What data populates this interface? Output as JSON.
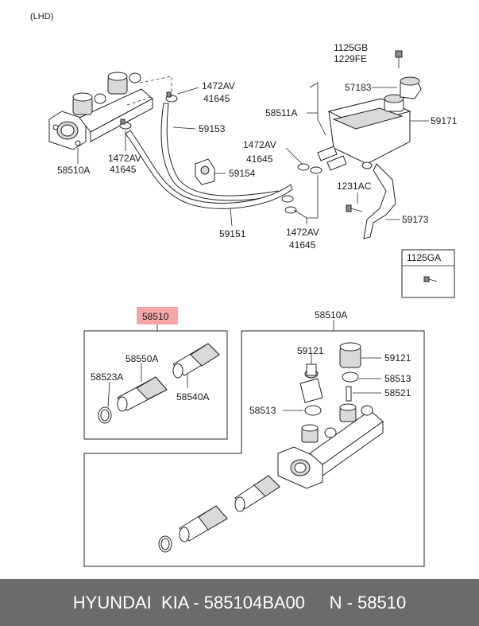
{
  "diagram": {
    "variant_label": "(LHD)",
    "labels": {
      "l_1125gb": "1125GB",
      "l_1229fe": "1229FE",
      "l_57183": "57183",
      "l_58511a": "58511A",
      "l_59171": "59171",
      "l_1472av_a": "1472AV",
      "l_41645_a": "41645",
      "l_59153": "59153",
      "l_1472av_b": "1472AV",
      "l_41645_b": "41645",
      "l_58510a_top": "58510A",
      "l_1472av_c": "1472AV",
      "l_41645_c": "41645",
      "l_59154": "59154",
      "l_1231ac": "1231AC",
      "l_59173": "59173",
      "l_59151": "59151",
      "l_1472av_d": "1472AV",
      "l_41645_d": "41645",
      "l_1125ga": "1125GA",
      "l_58510": "58510",
      "l_58510a_bottom": "58510A",
      "l_58550a": "58550A",
      "l_58523a": "58523A",
      "l_58540a": "58540A",
      "l_59121_left": "59121",
      "l_59121_right": "59121",
      "l_58513_right": "58513",
      "l_58521": "58521",
      "l_58513_left": "58513"
    },
    "highlight_color": "#f4a6a6"
  },
  "footer": {
    "text": "HYUNDAI  KIA - 585104BA00     N - 58510"
  }
}
